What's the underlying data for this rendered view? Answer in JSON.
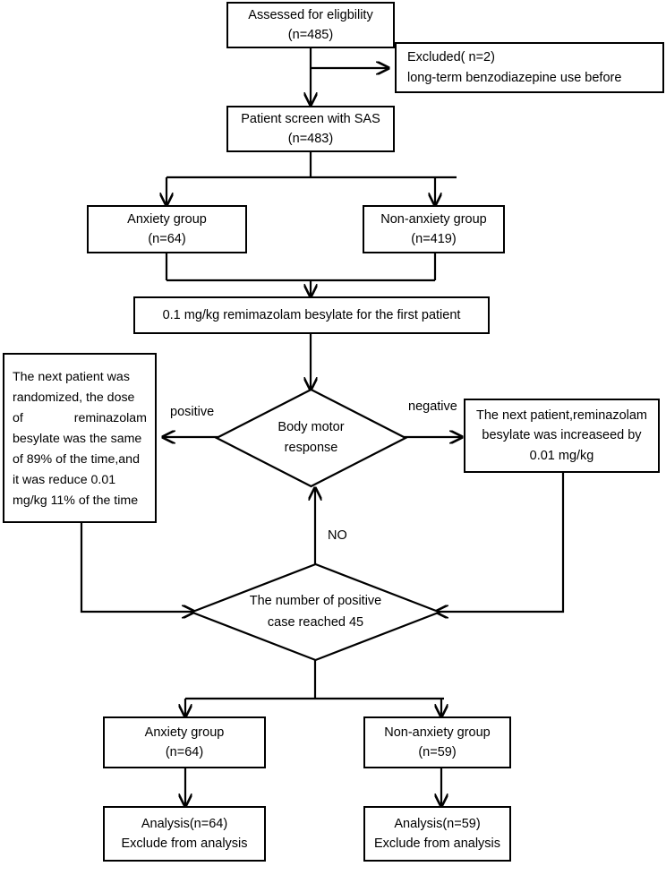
{
  "diagram": {
    "title": "Study flow diagram (CONSORT-style) for remimazolam besylate dose-finding trial",
    "colors": {
      "stroke": "#000000",
      "fill": "#ffffff",
      "text": "#000000"
    }
  },
  "nodes": {
    "assessed": {
      "line1": "Assessed for eligbility",
      "line2": "(n=485)"
    },
    "excluded": {
      "line1": "Excluded( n=2)",
      "line2": "long-term benzodiazepine use before"
    },
    "screen": {
      "line1": "Patient screen with SAS",
      "line2": "(n=483)"
    },
    "anxiety_top": {
      "line1": "Anxiety group",
      "line2": "(n=64)"
    },
    "nonanxiety_top": {
      "line1": "Non-anxiety group",
      "line2": "(n=419)"
    },
    "first_dose": {
      "line1": "0.1 mg/kg remimazolam besylate for the first patient"
    },
    "left_rand": {
      "lines": [
        "The next patient was",
        "randomized, the dose",
        "of reminazolam",
        "besylate was the same",
        "of 89% of the time,and",
        "it was reduce 0.01",
        "mg/kg 11% of the time"
      ]
    },
    "right_incr": {
      "line1": "The next patient,reminazolam",
      "line2": "besylate was increaseed by",
      "line3": "0.01 mg/kg"
    },
    "diamond_motor": {
      "line1": "Body motor",
      "line2": "response"
    },
    "diamond_count": {
      "line1": "The number of positive",
      "line2": "case reached 45"
    },
    "anxiety_bottom": {
      "line1": "Anxiety group",
      "line2": "(n=64)"
    },
    "nonanxiety_bottom": {
      "line1": "Non-anxiety group",
      "line2": "(n=59)"
    },
    "analysis_left": {
      "line1": "Analysis(n=64)",
      "line2": "Exclude from analysis"
    },
    "analysis_right": {
      "line1": "Analysis(n=59)",
      "line2": "Exclude from analysis"
    }
  },
  "edge_labels": {
    "positive": "positive",
    "negative": "negative",
    "no": "NO"
  }
}
